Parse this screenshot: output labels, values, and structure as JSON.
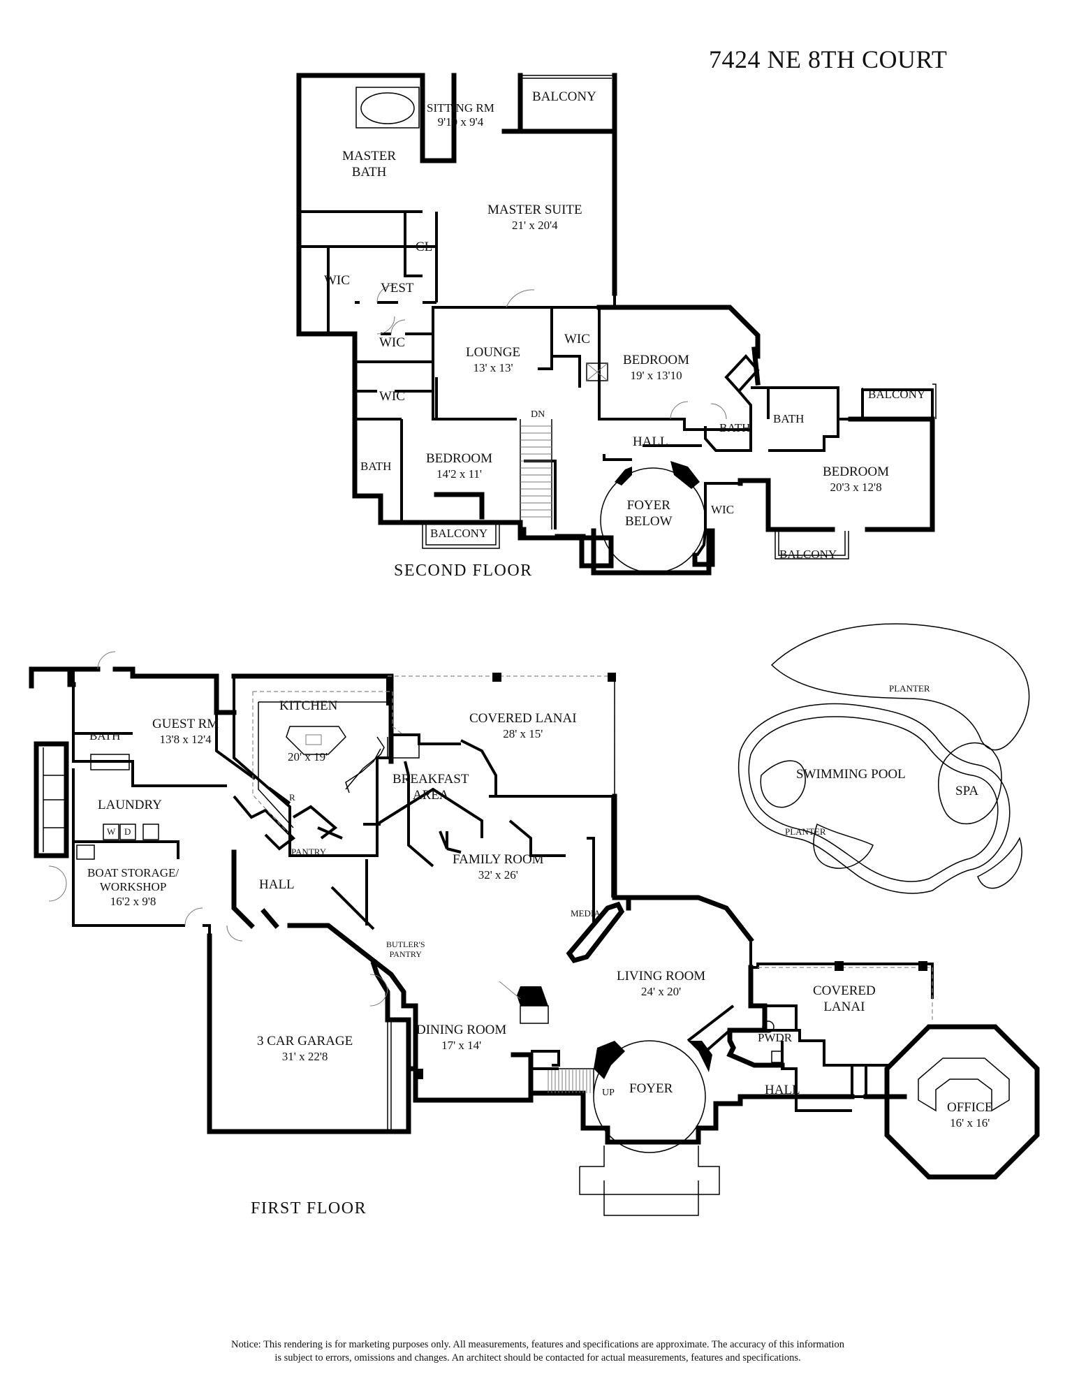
{
  "title": "7424 NE 8TH COURT",
  "floors": {
    "second": "SECOND  FLOOR",
    "first": "FIRST  FLOOR"
  },
  "second_floor": {
    "sitting_rm": {
      "name": "SITTING RM",
      "dims": "9'10 x 9'4"
    },
    "balcony_top": "BALCONY",
    "master_bath": {
      "name": "MASTER",
      "name2": "BATH"
    },
    "master_suite": {
      "name": "MASTER SUITE",
      "dims": "21' x 20'4"
    },
    "cl": "CL",
    "wic_1": "WIC",
    "vest": "VEST",
    "wic_2": "WIC",
    "lounge": {
      "name": "LOUNGE",
      "dims": "13' x 13'"
    },
    "wic_3": "WIC",
    "bedroom_1": {
      "name": "BEDROOM",
      "dims": "19' x 13'10"
    },
    "wic_4": "WIC",
    "dn": "DN",
    "hall": "HALL",
    "bath_1": "BATH",
    "bath_2": "BATH",
    "balcony_right": "BALCONY",
    "bath_3": "BATH",
    "bedroom_2": {
      "name": "BEDROOM",
      "dims": "14'2 x 11'"
    },
    "foyer_below": {
      "name": "FOYER",
      "name2": "BELOW"
    },
    "wic_5": "WIC",
    "bedroom_3": {
      "name": "BEDROOM",
      "dims": "20'3 x 12'8"
    },
    "balcony_bl": "BALCONY",
    "balcony_br": "BALCONY"
  },
  "first_floor": {
    "bath": "BATH",
    "guest_rm": {
      "name": "GUEST RM",
      "dims": "13'8 x 12'4"
    },
    "kitchen": {
      "name": "KITCHEN",
      "dims": "20' x 19'"
    },
    "covered_lanai": {
      "name": "COVERED LANAI",
      "dims": "28' x 15'"
    },
    "planter_top": "PLANTER",
    "swimming_pool": "SWIMMING POOL",
    "spa": "SPA",
    "planter_bottom": "PLANTER",
    "breakfast": {
      "name": "BREAKFAST",
      "name2": "AREA"
    },
    "r": "R",
    "laundry": "LAUNDRY",
    "w": "W",
    "d": "D",
    "pantry": "PANTRY",
    "family_room": {
      "name": "FAMILY ROOM",
      "dims": "32' x 26'"
    },
    "boat_storage": {
      "name": "BOAT STORAGE/",
      "name2": "WORKSHOP",
      "dims": "16'2 x 9'8"
    },
    "hall_left": "HALL",
    "media": "MEDIA",
    "butlers_pantry": {
      "name": "BUTLER'S",
      "name2": "PANTRY"
    },
    "living_room": {
      "name": "LIVING ROOM",
      "dims": "24' x 20'"
    },
    "covered_lanai_2": {
      "name": "COVERED",
      "name2": "LANAI"
    },
    "pwdr": "PWDR",
    "garage": {
      "name": "3 CAR GARAGE",
      "dims": "31' x 22'8"
    },
    "dining_room": {
      "name": "DINING ROOM",
      "dims": "17' x 14'"
    },
    "up": "UP",
    "foyer": "FOYER",
    "hall_right": "HALL",
    "office": {
      "name": "OFFICE",
      "dims": "16' x 16'"
    }
  },
  "notice": {
    "line1": "Notice: This rendering is for marketing purposes only. All measurements, features and specifications are approximate. The accuracy of this information",
    "line2": "is subject to errors, omissions and changes. An architect should be contacted for actual measurements, features and specifications."
  }
}
